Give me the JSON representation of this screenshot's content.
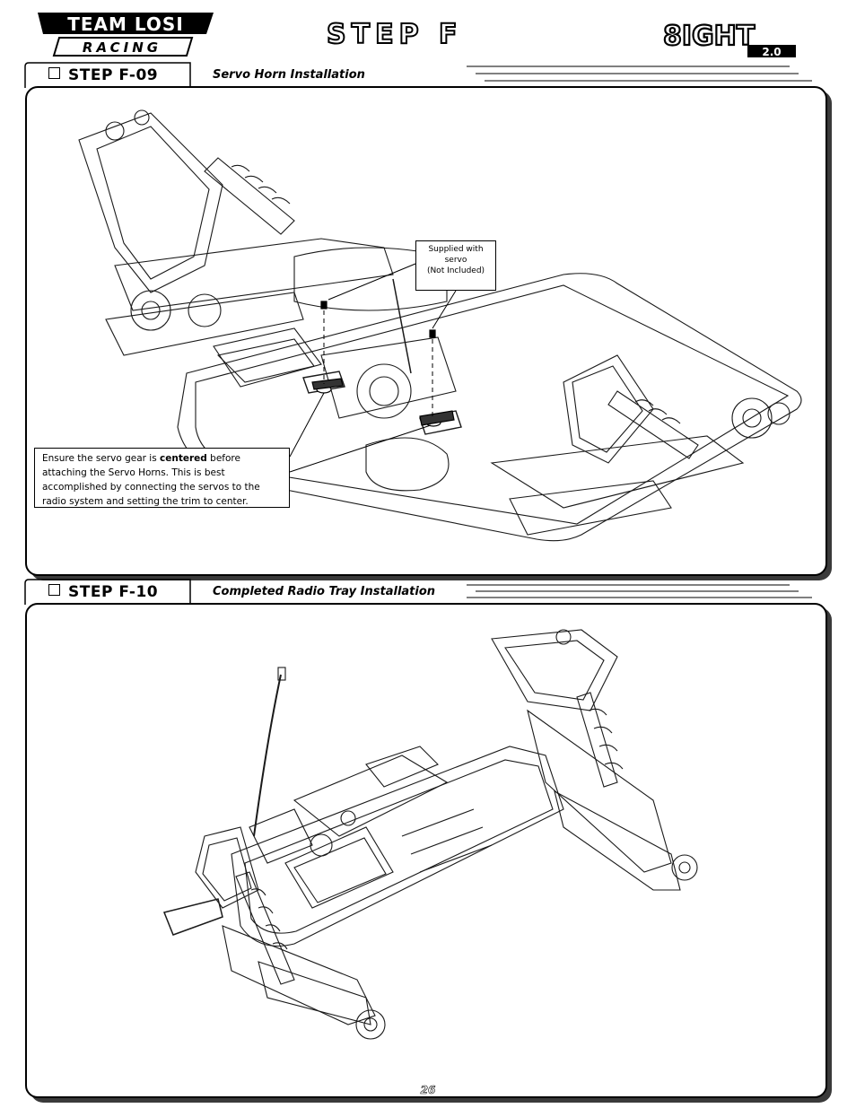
{
  "header": {
    "brand_top": "TEAM LOSI",
    "brand_bottom": "RACING",
    "step_title": "STEP F",
    "product_logo": "8IGHT",
    "product_version": "2.0"
  },
  "steps": [
    {
      "label": "STEP F-09",
      "subtitle": "Servo Horn Installation",
      "callouts": {
        "supplied": [
          "Supplied with",
          "servo",
          "(Not Included)"
        ],
        "centered_before": "Ensure the servo gear is ",
        "centered_bold": "centered",
        "centered_after": " before attaching the Servo Horns. This is best accomplished by connecting the servos to the radio system and setting the trim to center."
      }
    },
    {
      "label": "STEP F-10",
      "subtitle": "Completed Radio Tray Installation"
    }
  ],
  "footer": {
    "page_number": "26"
  },
  "colors": {
    "ink": "#000000",
    "shadow": "#3a3a3a",
    "line_art": "#1a1a1a"
  }
}
